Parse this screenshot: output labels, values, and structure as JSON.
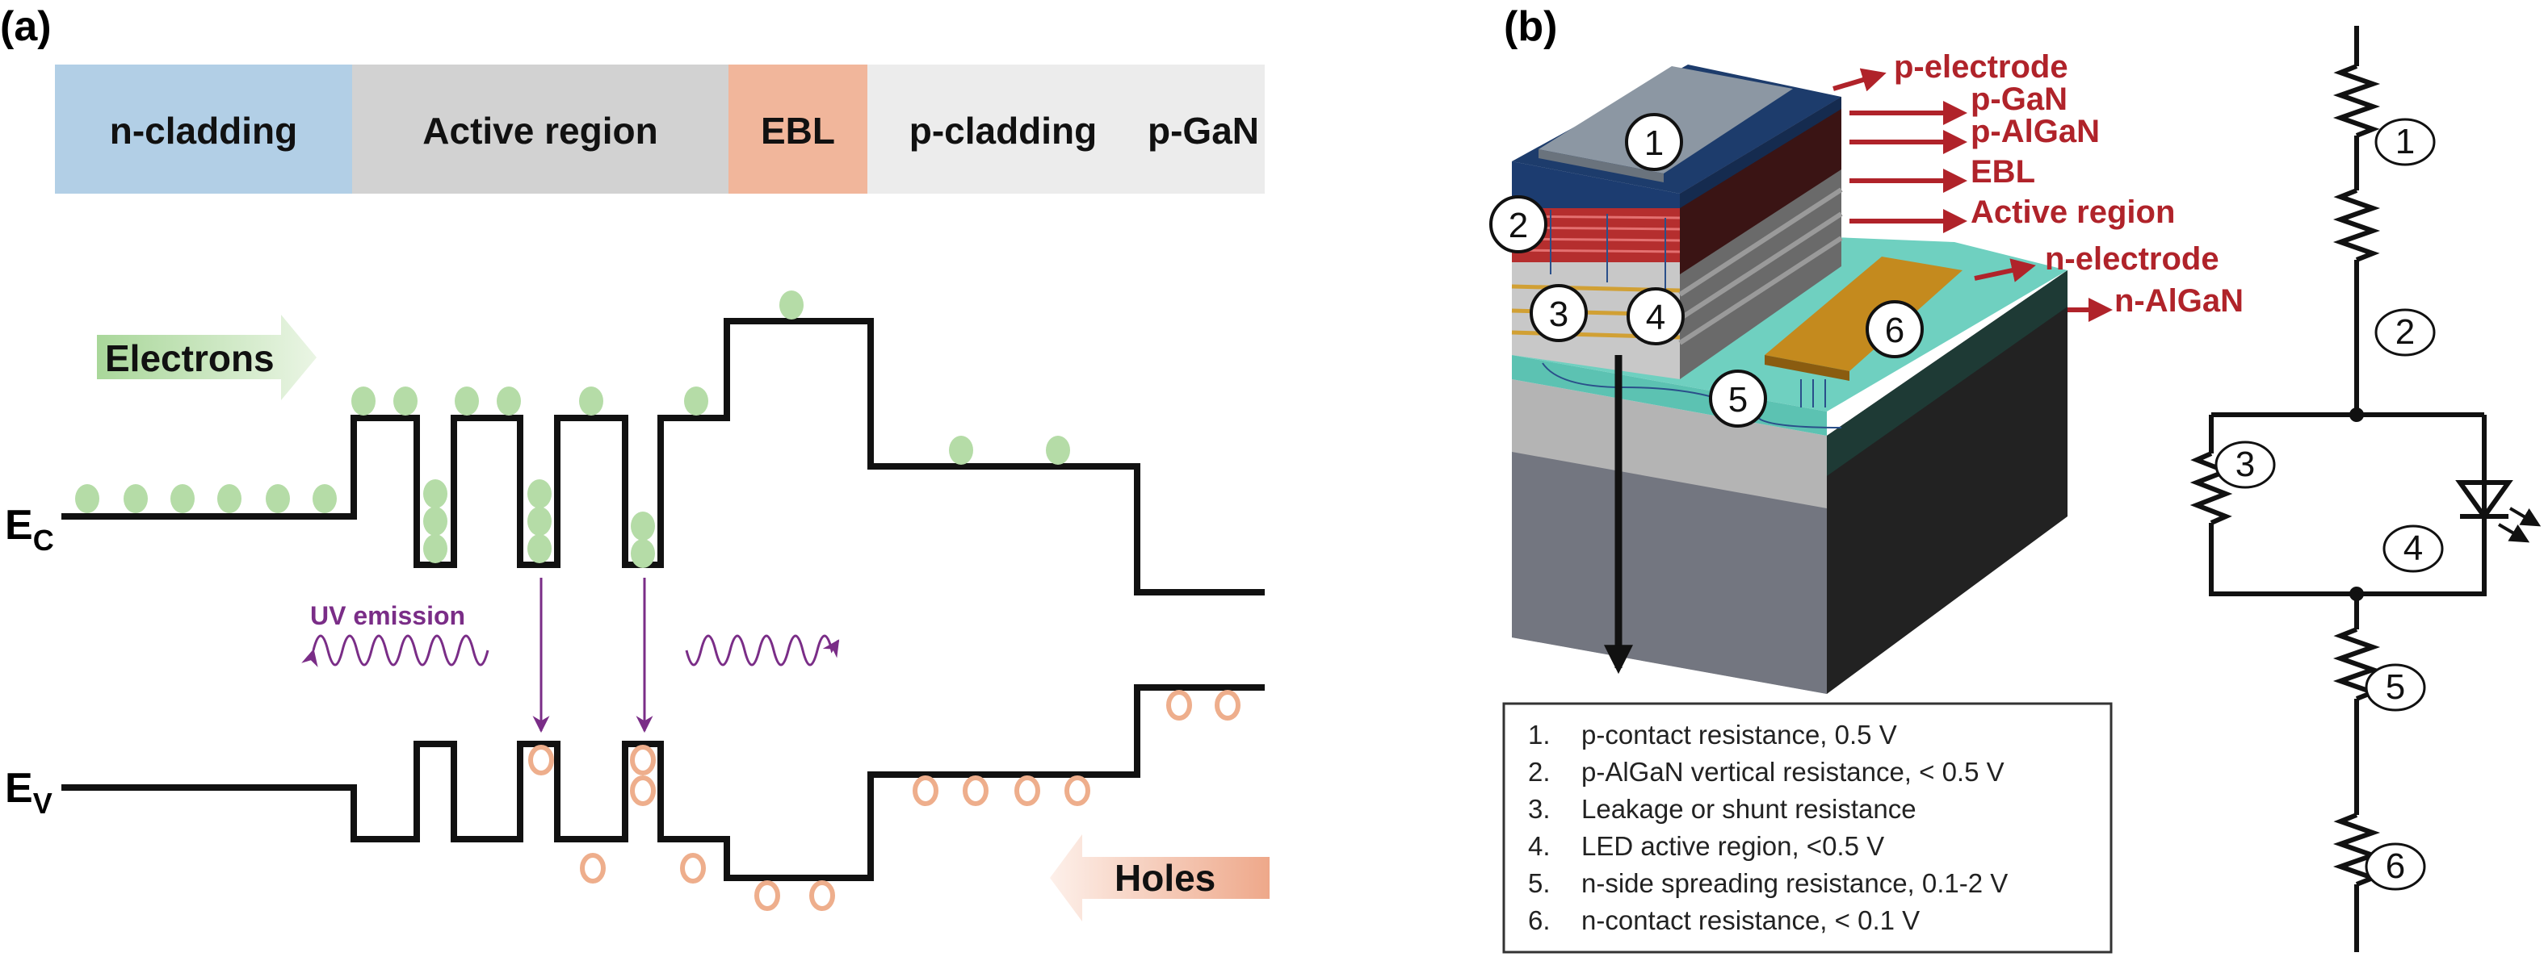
{
  "panel_a": {
    "label": "(a)",
    "layers": [
      {
        "name": "n-cladding",
        "color": "#b5dca7"
      },
      {
        "name": "Active region",
        "color": "#b2cfe6"
      },
      {
        "name": "EBL",
        "color": "#d2d2d2"
      },
      {
        "name": "p-cladding",
        "color": "#f1b69b"
      },
      {
        "name": "p-GaN",
        "color": "#ececec"
      }
    ],
    "electrons_label": "Electrons",
    "holes_label": "Holes",
    "ec_label": "E",
    "ec_sub": "C",
    "ev_label": "E",
    "ev_sub": "V",
    "uv_label": "UV emission",
    "colors": {
      "electron": "#b5dca7",
      "hole": "#eeae8c",
      "uv": "#7a2d87",
      "band": "#111111"
    }
  },
  "panel_b": {
    "label": "(b)",
    "device_labels": [
      "p-electrode",
      "p-GaN",
      "p-AlGaN",
      "EBL",
      "Active region",
      "n-electrode",
      "n-AlGaN"
    ],
    "device_markers": [
      "1",
      "2",
      "3",
      "4",
      "5",
      "6"
    ],
    "legend": [
      {
        "num": "1.",
        "text": "p-contact resistance, 0.5 V"
      },
      {
        "num": "2.",
        "text": "p-AlGaN vertical resistance, < 0.5 V"
      },
      {
        "num": "3.",
        "text": "Leakage or shunt resistance"
      },
      {
        "num": "4.",
        "text": "LED active region, <0.5 V"
      },
      {
        "num": "5.",
        "text": "n-side spreading resistance, 0.1-2 V"
      },
      {
        "num": "6.",
        "text": "n-contact resistance, < 0.1 V"
      }
    ],
    "circuit_markers": [
      "1",
      "2",
      "3",
      "4",
      "5",
      "6"
    ],
    "label_color": "#b0232a"
  }
}
